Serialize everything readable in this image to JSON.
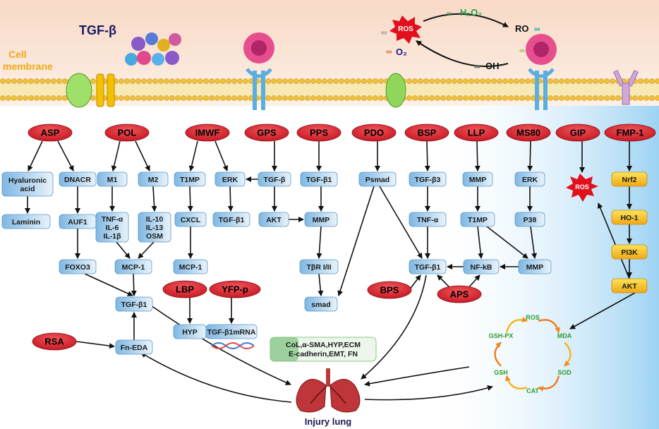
{
  "header": {
    "tgf_label": "TGF-β",
    "membrane_label_1": "Cell",
    "membrane_label_2": "membrane",
    "ros_burst": "ROS",
    "h2o2": "H₂O₂",
    "ro": "RO",
    "o2": "O₂",
    "oh": "OH"
  },
  "polysaccharides": [
    "ASP",
    "POL",
    "IMWF",
    "GPS",
    "PPS",
    "PDO",
    "BSP",
    "LLP",
    "MS80",
    "GIP",
    "FMP-1",
    "LBP",
    "YFP-p",
    "RSA",
    "BPS",
    "APS"
  ],
  "nodes": {
    "hyaluronic": "Hyaluronic acid",
    "laminin": "Laminin",
    "dnacr": "DNACR",
    "auf1": "AUF1",
    "foxo3": "FOXO3",
    "m1": "M1",
    "m2": "M2",
    "tnf_il": [
      "TNF-α",
      "IL-6",
      "IL-1β"
    ],
    "il_osm": [
      "IL-10",
      "IL-13",
      "OSM"
    ],
    "mcp1_a": "MCP-1",
    "tgfb1_center": "TGF-β1",
    "fn_eda": "Fn-EDA",
    "t1mp_a": "T1MP",
    "cxcl": "CXCL",
    "mcp1_b": "MCP-1",
    "erk_a": "ERK",
    "tgfb1_b": "TGF-β1",
    "tgfb": "TGF-β",
    "akt_a": "AKT",
    "tgfb1_c": "TGF-β1",
    "mmp_a": "MMP",
    "tbr": "TβR I/II",
    "smad": "smad",
    "psmad": "Psmad",
    "tgfb3": "TGF-β3",
    "tnfa": "TNF-α",
    "tgfb1_d": "TGF-β1",
    "mmp_b": "MMP",
    "t1mp_b": "T1MP",
    "nfkb": "NF-kB",
    "erk_b": "ERK",
    "p38": "P38",
    "mmp_c": "MMP",
    "hyp": "HYP",
    "tgfb1_mrna": "TGF-β1mRNA",
    "ros_small": "ROS",
    "nrf2": "Nrf2",
    "ho1": "HO-1",
    "pi3k": "PI3K",
    "akt_b": "AKT",
    "ecm_line1": "CoL,α-SMA,HYP,ECM",
    "ecm_line2": "E-cadherin,EMT, FN"
  },
  "cycle": [
    "ROS",
    "MDA",
    "SOD",
    "CAT",
    "GSH",
    "GSH-PX"
  ],
  "footer": {
    "injury_label": "Injury lung"
  },
  "colors": {
    "oval": "#d8202a",
    "box": "#8fc3e8",
    "yellow": "#f7c51e",
    "green_box": "#6ab86a",
    "arrow": "#111111"
  }
}
